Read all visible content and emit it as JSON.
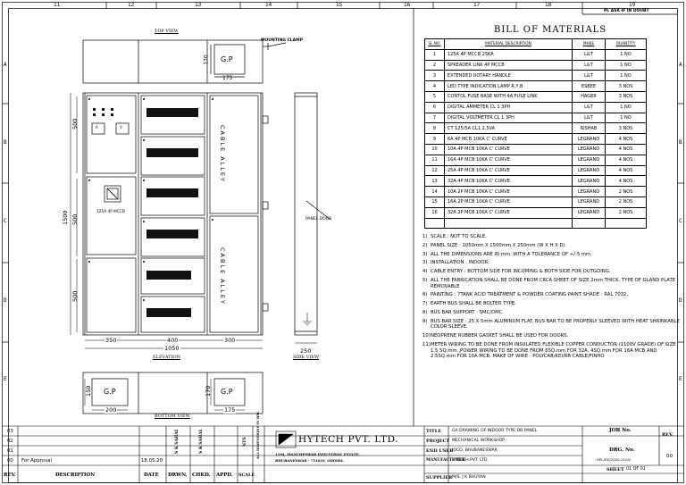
{
  "frame": {
    "columns": [
      "11",
      "12",
      "13",
      "14",
      "15",
      "16",
      "17",
      "18",
      "19"
    ],
    "rows": [
      "A",
      "B",
      "C",
      "D",
      "E"
    ]
  },
  "views": {
    "top_view": "TOP VIEW",
    "bottom_view": "BOTTOM VIEW",
    "elevation": "ELEVATION",
    "side_view": "SIDE VIEW",
    "mounting_clamp": "MOUNTING CLAMP",
    "panel_door": "PANEL DOOR",
    "gp": "G.P",
    "cable_alley": "CABLE ALLEY",
    "mccb_label": "125A 4P MCCB",
    "meter_a": "A",
    "meter_v": "V"
  },
  "dims": {
    "top_170": "170",
    "top_175": "175",
    "d500_a": "500",
    "d1500": "1500",
    "d500_b": "500",
    "d500_c": "500",
    "w350": "350",
    "w400": "400",
    "w300": "300",
    "w1050": "1050",
    "w250": "250",
    "b150": "150",
    "b200": "200",
    "b170": "170",
    "b175": "175"
  },
  "bom": {
    "corner_note": "PL ASK IF IN DOUBT",
    "title": "BILL OF MATERIALS",
    "headers": [
      "SL NO.",
      "MATERIAL DESCRIPTION",
      "MAKE",
      "QUANTITY"
    ],
    "rows": [
      [
        "1",
        "125A 4P MCCB 25KA",
        "L&T",
        "1 NO"
      ],
      [
        "2",
        "SPREADER LINK 4P MCCB",
        "L&T",
        "1 NO"
      ],
      [
        "3",
        "EXTENDED ROTARY HANDLE",
        "L&T",
        "1 NO"
      ],
      [
        "4",
        "LED TYPE INDICATION LAMP R,Y,B",
        "ESBEE",
        "3 NOS"
      ],
      [
        "5",
        "CONTOL FUSE BASE WITH 4A FUSE LINK",
        "HAGER",
        "3 NOS"
      ],
      [
        "6",
        "DIGITAL AMMETER CL 1 3PH",
        "L&T",
        "1 NO"
      ],
      [
        "7",
        "DIGITAL VOLTMETER CL 1 3PH",
        "L&T",
        "1 NO"
      ],
      [
        "8",
        "CT 125/5A CL1 2.5VA",
        "RISHAB",
        "3 NOS"
      ],
      [
        "9",
        "6A 4P MCB 10KA C' CURVE",
        "LEGRAND",
        "4 NOS"
      ],
      [
        "10",
        "10A 4P MCB 10KA C' CURVE",
        "LEGRAND",
        "4 NOS"
      ],
      [
        "11",
        "16A 4P MCB 10KA C' CURVE",
        "LEGRAND",
        "4 NOS"
      ],
      [
        "12",
        "25A 4P MCB 10KA C' CURVE",
        "LEGRAND",
        "4 NOS"
      ],
      [
        "13",
        "32A 4P MCB 10KA C' CURVE",
        "LEGRAND",
        "4 NOS"
      ],
      [
        "14",
        "10A 2P MCB 10KA C' CURVE",
        "LEGRAND",
        "2 NOS"
      ],
      [
        "15",
        "16A 2P MCB 10KA C' CURVE",
        "LEGRAND",
        "2 NOS"
      ],
      [
        "16",
        "32A 2P MCB 10KA C' CURVE",
        "LEGRAND",
        "2 NOS"
      ],
      [
        "",
        "",
        "",
        ""
      ]
    ]
  },
  "notes": [
    {
      "n": "1)",
      "text": "SCALE : NOT TO SCALE."
    },
    {
      "n": "2)",
      "text": "PANEL SIZE : 1050mm X 1500mm X 250mm (W X H X D)."
    },
    {
      "n": "3)",
      "text": "ALL THE DIMENSIONS ARE IN mm. WITH A TOLERANCE OF +/-5 mm."
    },
    {
      "n": "3)",
      "text": "INSTALLATION : INDOOR."
    },
    {
      "n": "4)",
      "text": "CABLE ENTRY : BOTTOM SIDE FOR INCOMING & BOTH SIDE FOR OUTGOING."
    },
    {
      "n": "5)",
      "text": "ALL THE FABRICATION SHALL BE DONE FROM CRCA SHEET OF SIZE 2mm THICK. TYPE OF GLAND PLATE : REMOVABLE"
    },
    {
      "n": "6)",
      "text": "PAINTING : 7TANK ACID TREATMENT & POWDER COATING PAINT SHADE : RAL 7032."
    },
    {
      "n": "7)",
      "text": "EARTH BUS SHALL BE BOLTED TYPE."
    },
    {
      "n": "8)",
      "text": "BUS BAR SUPPORT : SMC/DMC."
    },
    {
      "n": "9)",
      "text": "BUS BAR SIZE : 25 X 5mm ALUMINUM FLAT. BUS BAR TO BE PROPERLY SLEEVED WITH HEAT SHRINKABLE COLOR SLEEVE."
    },
    {
      "n": "10)",
      "text": "NEOPRENE RUBBER GASKET SHALL BE USED FOR DOORS."
    },
    {
      "n": "11)",
      "text": "METER WIRING TO BE DONE FROM INSULATED FLEXIBLE COPPER CONDUCTOR (1100V GRADE) OF SIZE 1.5 SQ.mm.,POWER WIRING TO BE DONE FROM 6SQ.mm FOR 32A, 4SQ.mm FOR 16A MCB AND 2.5SQ.mm FOR 10A MCB. MAKE OF WIRE - POLYCAB/KEI/RR CABLE/FINHO"
    }
  ],
  "title_block": {
    "rev_rows": [
      {
        "rev": "03",
        "desc": "",
        "date": ""
      },
      {
        "rev": "02",
        "desc": "",
        "date": ""
      },
      {
        "rev": "01",
        "desc": "",
        "date": ""
      },
      {
        "rev": "00",
        "desc": "For Approval",
        "date": "18.05.20"
      }
    ],
    "headers": [
      "REV.",
      "DESCRIPTION",
      "DATE",
      "DRWN.",
      "CHKD.",
      "APPD.",
      "SCALE"
    ],
    "drwn": "S K SAHAL",
    "chkd": "S K SAHAL",
    "scale": "NTS",
    "dims_note": "ALL DIMENSIONS IN MM.",
    "company": "HYTECH PVT. LTD.",
    "address1": "1104, MANCHESWAR INDUSTRIAL ESTATE,",
    "address2": "BHUBANESWAR - 751010, ODISHA.",
    "fields": [
      {
        "label": "TITLE",
        "value": "GA DRAWING OF INDOOR TYPE DB PANEL"
      },
      {
        "label": "PROJECT",
        "value": "MECHANICAL WORKSHOP"
      },
      {
        "label": "END USER",
        "value": "IOCO, BHUBANESWAR"
      },
      {
        "label": "MANUFACTURER",
        "value": "HYTECH PVT. LTD."
      },
      {
        "label": "SUPPLIER",
        "value": "M/S. J K BHUYAN"
      }
    ],
    "job_label": "JOB No.",
    "rev_label": "REV.",
    "dwg_label": "DRG. No.",
    "dwg_no": "HPL/DZ/2020-21/02",
    "rev_value": "00",
    "sheet_label": "SHEET",
    "sheet_value": "01 OF 01"
  }
}
